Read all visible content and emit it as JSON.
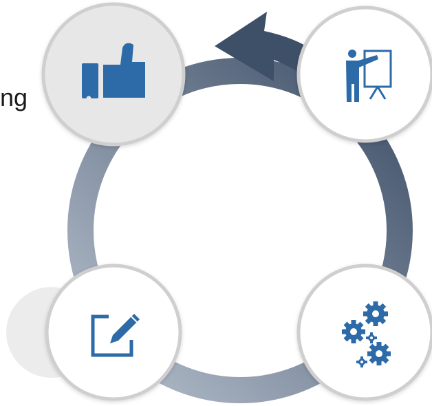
{
  "diagram": {
    "type": "cycle",
    "stage_count": 4,
    "colors": {
      "icon_blue": "#2d6aa8",
      "ring_dark": "#3d4e66",
      "ring_light": "#b8c2cf",
      "node_fill": "#ffffff",
      "node_fill_active": "#e7e7e7",
      "node_border": "#cfcfcf"
    },
    "nodes": [
      {
        "id": "top-left",
        "icon": "thumbs-up-icon",
        "highlighted": true
      },
      {
        "id": "top-right",
        "icon": "presentation-icon",
        "highlighted": false
      },
      {
        "id": "bottom-right",
        "icon": "gears-icon",
        "highlighted": false
      },
      {
        "id": "bottom-left",
        "icon": "edit-icon",
        "highlighted": false
      }
    ],
    "arrow": {
      "direction": "counterclockwise",
      "from": "top-right",
      "to": "top-left"
    },
    "left_text_fragment": "ng"
  }
}
